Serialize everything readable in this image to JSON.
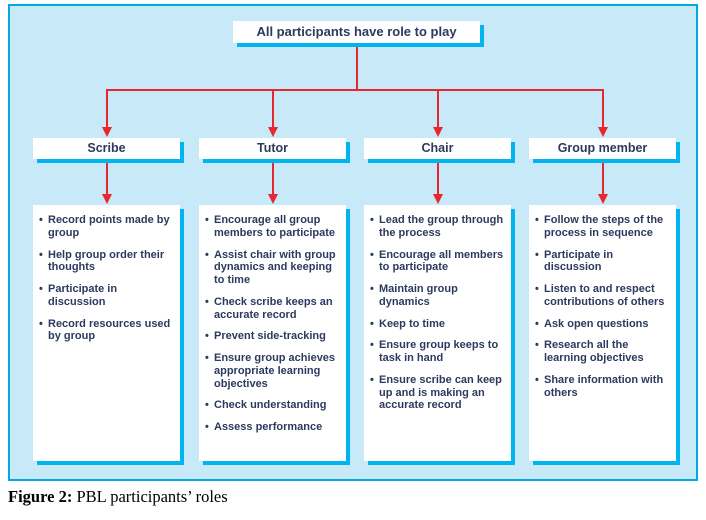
{
  "figure": {
    "title": "All participants have role to play",
    "bullet": "•",
    "columns": [
      {
        "role": "Scribe",
        "items": [
          "Record points made by group",
          "Help group order their thoughts",
          "Participate in discussion",
          "Record resources used by group"
        ]
      },
      {
        "role": "Tutor",
        "items": [
          "Encourage all group members to participate",
          "Assist chair with group dynamics and keeping to time",
          "Check scribe keeps an accurate record",
          "Prevent side-tracking",
          "Ensure group achieves appropriate learning objectives",
          "Check understanding",
          "Assess performance"
        ]
      },
      {
        "role": "Chair",
        "items": [
          "Lead the group through the process",
          "Encourage all members to participate",
          "Maintain group dynamics",
          "Keep to time",
          "Ensure group keeps to task in hand",
          "Ensure scribe can keep up and is making an accurate record"
        ]
      },
      {
        "role": "Group member",
        "items": [
          "Follow the steps of the process in sequence",
          "Participate in discussion",
          "Listen to and respect contributions of others",
          "Ask open questions",
          "Research all the learning objectives",
          "Share information with others"
        ]
      }
    ]
  },
  "caption": {
    "label": "Figure 2:",
    "text": " PBL participants’ roles"
  },
  "colors": {
    "panel_bg": "#c7e9f8",
    "panel_border": "#00a9e0",
    "box_shadow": "#00b4ef",
    "arrow": "#e8262d",
    "text": "#2c3a5e"
  }
}
